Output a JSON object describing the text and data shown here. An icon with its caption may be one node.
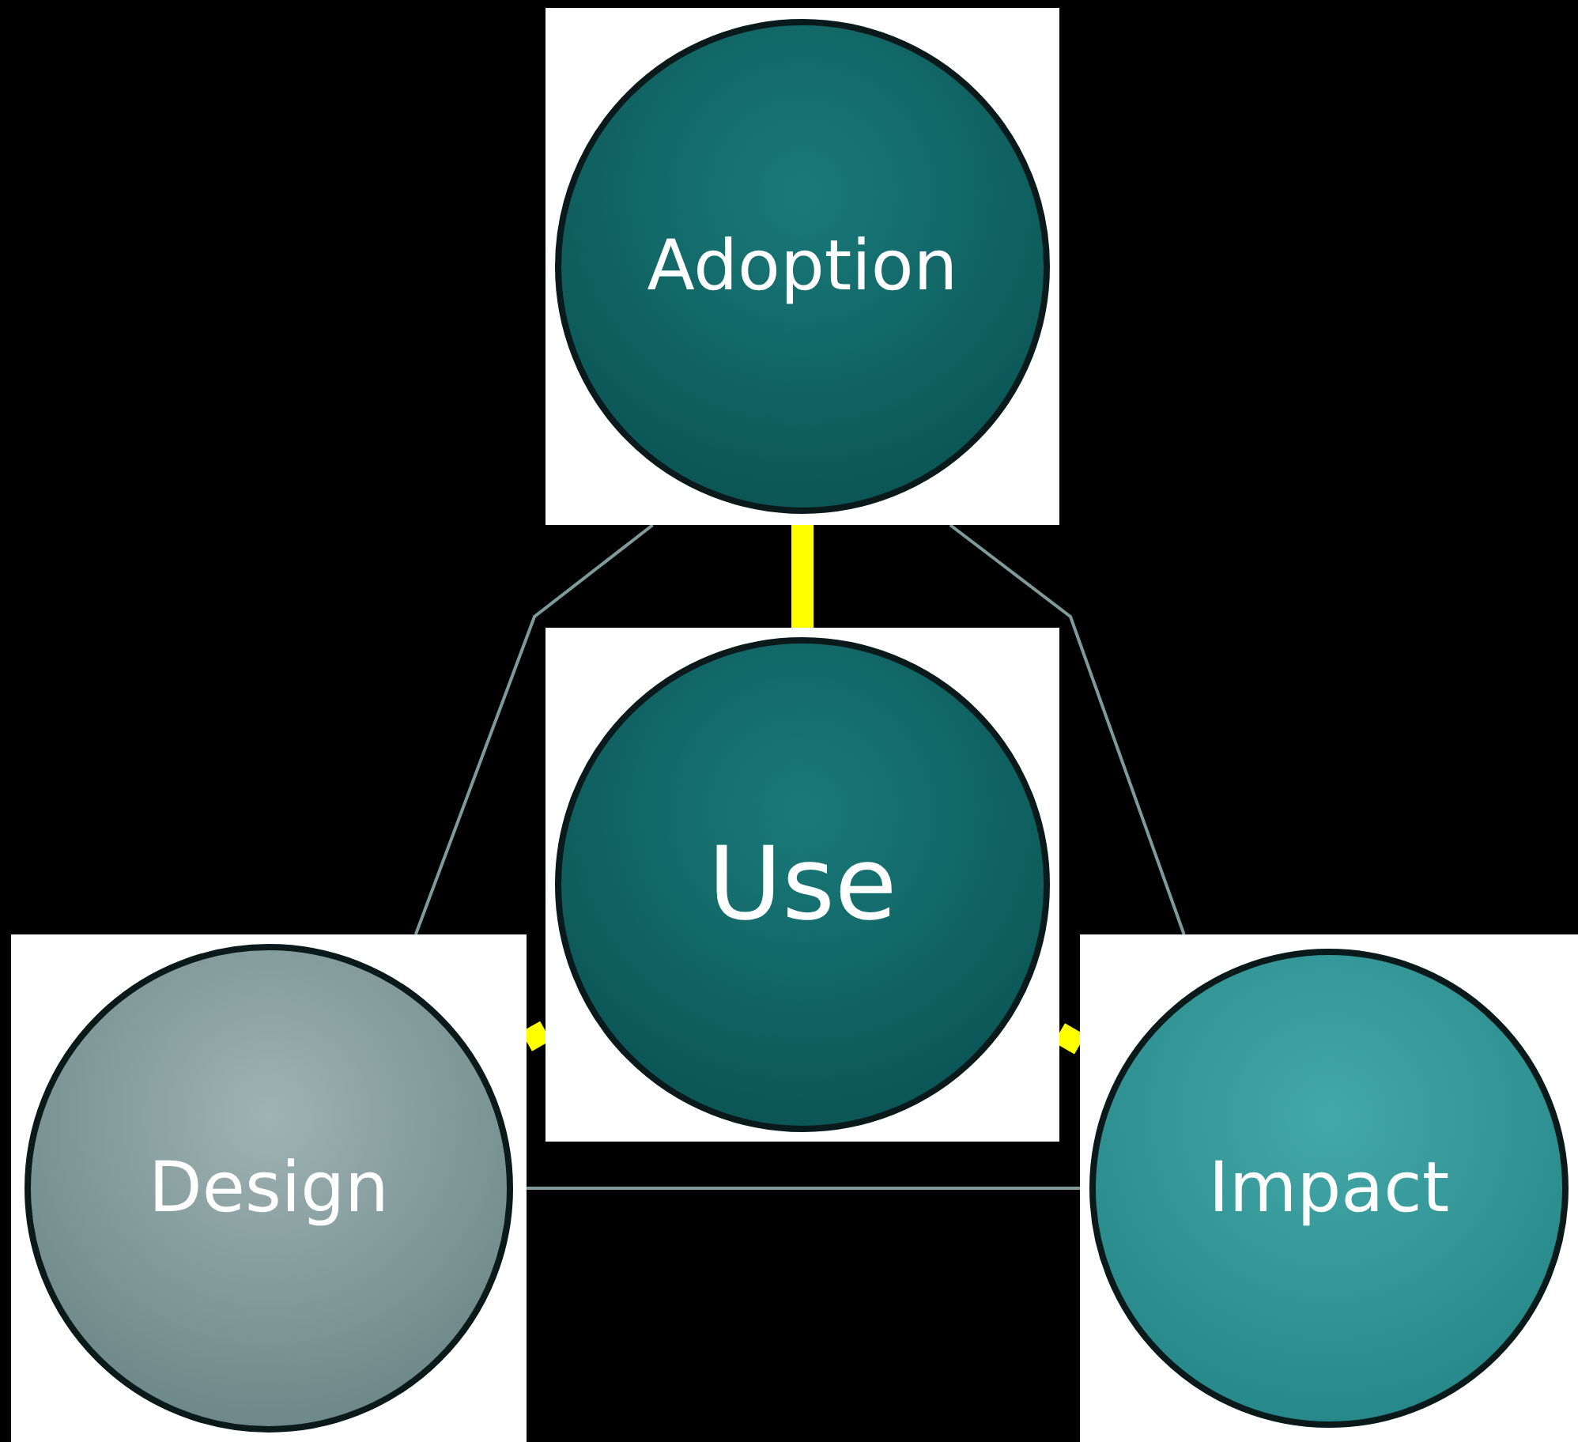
{
  "diagram": {
    "nodes": [
      {
        "text": [
          "Adoption"
        ]
      },
      {
        "text": [
          "Use"
        ]
      },
      {
        "text": [
          "Design"
        ]
      },
      {
        "text": [
          "Impact"
        ]
      }
    ],
    "edges": [
      {
        "from": 0,
        "to": 1,
        "arrow": "none",
        "style": "thick",
        "color": "#ffff00"
      },
      {
        "from": 1,
        "to": 2,
        "arrow": "none",
        "style": "thick",
        "color": "#ffff00"
      },
      {
        "from": 1,
        "to": 3,
        "arrow": "none",
        "style": "thick",
        "color": "#ffff00"
      },
      {
        "from": 0,
        "to": 2,
        "arrow": "none",
        "color": "#7f9a9a"
      },
      {
        "from": 0,
        "to": 3,
        "arrow": "none",
        "color": "#7f9a9a"
      },
      {
        "from": 2,
        "to": 3,
        "arrow": "none",
        "color": "#7f9a9a"
      }
    ]
  }
}
